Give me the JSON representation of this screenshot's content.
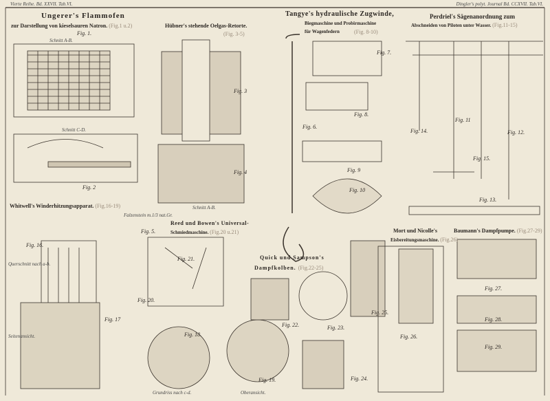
{
  "header": {
    "left": "Vierte Reihe. Bd. XXVII. Tab.VI.",
    "right": "Dingler's polyt. Journal Bd. CCXVII. Tab.VI."
  },
  "titles": [
    {
      "main": "Ungerer's Flammofen",
      "sub": "zur Darstellung von kieselsauren Natron.",
      "ref": "(Fig.1 u.2)"
    },
    {
      "main": "Hübner's stehende Oelgas-Retorte.",
      "ref": "(Fig. 3-5)"
    },
    {
      "main": "Tangye's hydraulische Zugwinde,",
      "sub": "Biegmaschine und Probirmaschine",
      "sub2": "für Wagenfedern",
      "ref": "(Fig. 8-10)"
    },
    {
      "main": "Perdriel's Sägenanordnung zum",
      "sub": "Abschneiden von Piloten unter Wasser.",
      "ref": "(Fig.11-15)"
    },
    {
      "main": "Whitwell's Winderhitzungsapparat.",
      "ref": "(Fig.16-19)"
    },
    {
      "main": "Reed und Bowen's Universal-",
      "sub": "Schmiedmaschine.",
      "ref": "(Fig.20 u.21)"
    },
    {
      "main": "Quick und Sampson's",
      "sub": "Dampfkolben.",
      "ref": "(Fig.22-25)"
    },
    {
      "main": "Mort und Nicolle's",
      "sub": "Eisbereitungsmaschine.",
      "ref": "(Fig.26)"
    },
    {
      "main": "Baumann's Dampfpumpe.",
      "ref": "(Fig.27-29)"
    }
  ],
  "labels": {
    "schnitt_ab": "Schnitt A-B.",
    "schnitt_cd": "Schnitt C-D.",
    "schnitt_ab2": "Schnitt A-B.",
    "querschnitt": "Querschnitt nach a-b.",
    "seitenansicht": "Seitenansicht.",
    "grundriss": "Grundriss nach c-d.",
    "oberansicht": "Oberansicht.",
    "falz": "Falzenstein m.1/3 nat.Gr."
  },
  "figs": [
    "Fig. 1.",
    "Fig. 2",
    "Fig. 3",
    "Fig. 4",
    "Fig. 5.",
    "Fig. 6.",
    "Fig. 7.",
    "Fig. 8.",
    "Fig. 9",
    "Fig. 10",
    "Fig. 11",
    "Fig. 12.",
    "Fig. 13.",
    "Fig. 14.",
    "Fig. 15.",
    "Fig. 16.",
    "Fig. 17",
    "Fig. 18.",
    "Fig. 19.",
    "Fig. 20.",
    "Fig. 21.",
    "Fig. 22.",
    "Fig. 23.",
    "Fig. 24.",
    "Fig. 25.",
    "Fig. 26.",
    "Fig. 27.",
    "Fig. 28.",
    "Fig. 29."
  ]
}
